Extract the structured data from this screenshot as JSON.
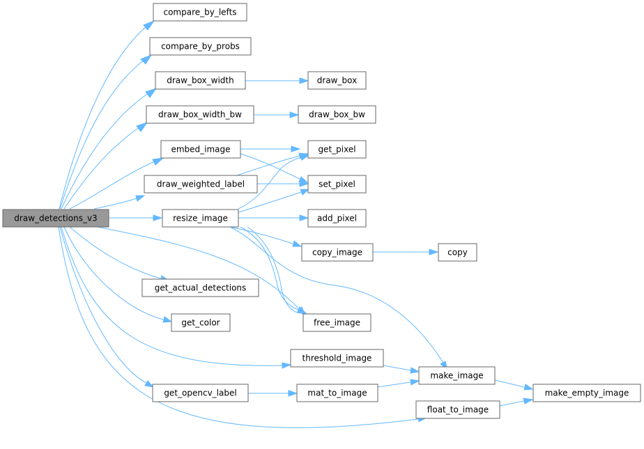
{
  "colors": {
    "root_fill": "#999999",
    "node_fill": "#ffffff",
    "node_border": "#666666",
    "edge": "#63b8ff",
    "text": "#000000"
  },
  "nodes": {
    "draw_detections_v3": "draw_detections_v3",
    "compare_by_lefts": "compare_by_lefts",
    "compare_by_probs": "compare_by_probs",
    "draw_box_width": "draw_box_width",
    "draw_box": "draw_box",
    "draw_box_width_bw": "draw_box_width_bw",
    "draw_box_bw": "draw_box_bw",
    "embed_image": "embed_image",
    "get_pixel": "get_pixel",
    "draw_weighted_label": "draw_weighted_label",
    "set_pixel": "set_pixel",
    "resize_image": "resize_image",
    "add_pixel": "add_pixel",
    "copy_image": "copy_image",
    "copy": "copy",
    "get_actual_detections": "get_actual_detections",
    "get_color": "get_color",
    "free_image": "free_image",
    "threshold_image": "threshold_image",
    "make_image": "make_image",
    "make_empty_image": "make_empty_image",
    "get_opencv_label": "get_opencv_label",
    "mat_to_image": "mat_to_image",
    "float_to_image": "float_to_image"
  },
  "edges": [
    [
      "draw_detections_v3",
      "compare_by_lefts"
    ],
    [
      "draw_detections_v3",
      "compare_by_probs"
    ],
    [
      "draw_detections_v3",
      "draw_box_width"
    ],
    [
      "draw_detections_v3",
      "draw_box_width_bw"
    ],
    [
      "draw_detections_v3",
      "embed_image"
    ],
    [
      "draw_detections_v3",
      "draw_weighted_label"
    ],
    [
      "draw_detections_v3",
      "resize_image"
    ],
    [
      "draw_detections_v3",
      "free_image"
    ],
    [
      "draw_detections_v3",
      "get_actual_detections"
    ],
    [
      "draw_detections_v3",
      "get_color"
    ],
    [
      "draw_detections_v3",
      "threshold_image"
    ],
    [
      "draw_detections_v3",
      "get_opencv_label"
    ],
    [
      "draw_detections_v3",
      "float_to_image"
    ],
    [
      "draw_box_width",
      "draw_box"
    ],
    [
      "draw_box_width_bw",
      "draw_box_bw"
    ],
    [
      "embed_image",
      "get_pixel"
    ],
    [
      "embed_image",
      "set_pixel"
    ],
    [
      "draw_weighted_label",
      "get_pixel"
    ],
    [
      "draw_weighted_label",
      "set_pixel"
    ],
    [
      "resize_image",
      "get_pixel"
    ],
    [
      "resize_image",
      "set_pixel"
    ],
    [
      "resize_image",
      "add_pixel"
    ],
    [
      "resize_image",
      "copy_image"
    ],
    [
      "resize_image",
      "free_image"
    ],
    [
      "resize_image",
      "make_image"
    ],
    [
      "copy_image",
      "copy"
    ],
    [
      "threshold_image",
      "make_image"
    ],
    [
      "get_opencv_label",
      "mat_to_image"
    ],
    [
      "mat_to_image",
      "make_image"
    ],
    [
      "make_image",
      "make_empty_image"
    ],
    [
      "float_to_image",
      "make_empty_image"
    ]
  ]
}
